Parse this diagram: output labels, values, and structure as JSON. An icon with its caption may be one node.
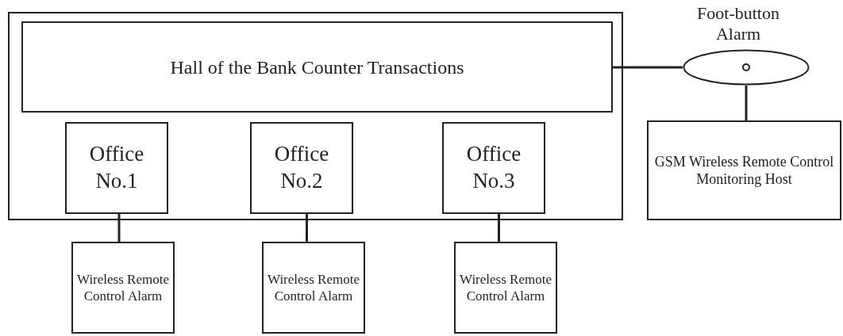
{
  "diagram": {
    "nodes": [
      {
        "text": [],
        "shape": "box"
      },
      {
        "text": [
          "Hall of the Bank Counter Transactions"
        ],
        "in": 0
      },
      {
        "text": [
          "Foot-button Alarm"
        ]
      },
      {
        "text": [
          "Office No.1"
        ],
        "in": 0
      },
      {
        "text": [
          "Office No.2"
        ],
        "in": 0
      },
      {
        "text": [
          "Office No.3"
        ],
        "in": 0
      },
      {
        "text": [
          "GSM Wireless Remote Control Monitoring Host"
        ]
      },
      {
        "text": [
          "Wireless Remote Control Alarm"
        ]
      },
      {
        "text": [
          "Wireless Remote Control Alarm"
        ]
      },
      {
        "text": [
          "Wireless Remote Control Alarm"
        ]
      }
    ],
    "edges": [
      {
        "from": 1,
        "to": 2,
        "arrow": "none"
      },
      {
        "from": 2,
        "to": 6,
        "arrow": "none"
      },
      {
        "from": 3,
        "to": 7,
        "arrow": "none"
      },
      {
        "from": 4,
        "to": 8,
        "arrow": "none"
      },
      {
        "from": 5,
        "to": 9,
        "arrow": "none"
      }
    ]
  }
}
